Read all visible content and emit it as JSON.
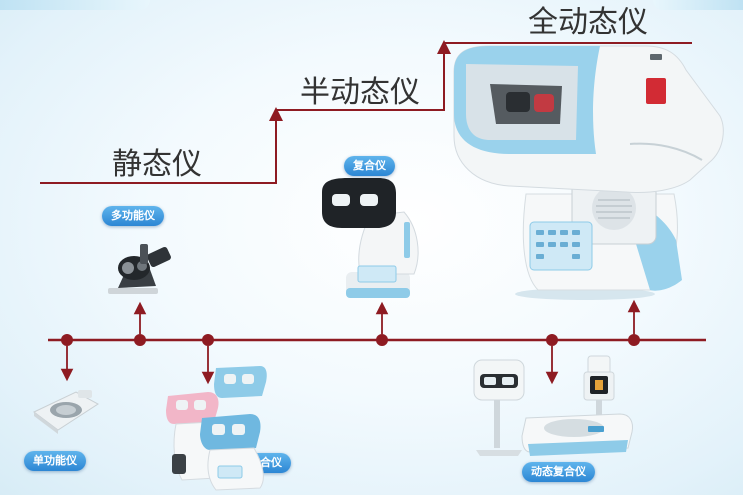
{
  "stages": {
    "static": "静态仪",
    "semi": "半动态仪",
    "full": "全动态仪"
  },
  "devices": {
    "multi": "多功能仪",
    "composite": "复合仪",
    "single": "单功能仪",
    "comprehensive": "综合仪",
    "dynamic_composite": "动态复合仪"
  },
  "colors": {
    "line": "#8e1b22",
    "pill": "#2c86d4",
    "device_blue": "#8ecbe8"
  }
}
